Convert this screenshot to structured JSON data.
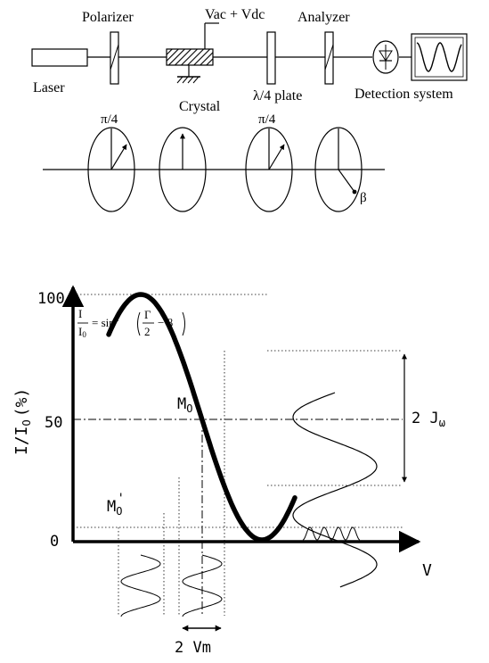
{
  "setup": {
    "labels": {
      "laser": "Laser",
      "polarizer": "Polarizer",
      "voltage": "Vac + Vdc",
      "crystal": "Crystal",
      "quarter_wave_plate": "λ/4 plate",
      "analyzer": "Analyzer",
      "detection": "Detection system"
    },
    "polarization": {
      "pi_over_4_a": "π/4",
      "pi_over_4_b": "π/4",
      "beta": "β"
    }
  },
  "graph": {
    "y_axis_label": "I/I",
    "y_axis_label_sub": "O",
    "y_axis_label_unit": "(%)",
    "x_axis_label": "V",
    "y_ticks": [
      "100",
      "50",
      "0"
    ],
    "formula": {
      "lhs_num": "I",
      "lhs_den": "I",
      "lhs_den_sub": "0",
      "eq": "= sin",
      "power": "2",
      "frac_num": "Γ",
      "frac_den": "2",
      "minus_beta": "− β"
    },
    "point_m0": "M",
    "point_m0_sub": "O",
    "point_m0_prime": "M",
    "point_m0_prime_sub": "O",
    "point_m0_prime_mark": "'",
    "amplitude_label": "2 J",
    "amplitude_label_sub": "ω",
    "modulation_label": "2 Vm"
  }
}
